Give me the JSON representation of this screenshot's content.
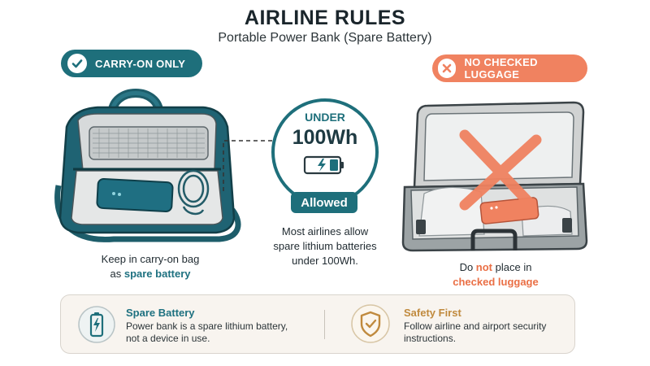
{
  "header": {
    "title": "AIRLINE RULES",
    "subtitle": "Portable Power Bank (Spare Battery)"
  },
  "carry_on": {
    "badge_label": "CARRY-ON ONLY",
    "caption_line1": "Keep in carry-on bag",
    "caption_prefix": "as ",
    "caption_highlight": "spare battery"
  },
  "limit": {
    "under_label": "UNDER",
    "value_label": "100Wh",
    "allowed_label": "Allowed",
    "caption_line1": "Most airlines allow",
    "caption_line2": "spare lithium batteries",
    "caption_line3": "under 100Wh."
  },
  "checked": {
    "badge_label": "NO CHECKED LUGGAGE",
    "caption_do": "Do ",
    "caption_not": "not",
    "caption_rest": " place in",
    "caption_highlight": "checked luggage"
  },
  "info": {
    "spare": {
      "title": "Spare Battery",
      "line1": "Power bank is a spare lithium battery,",
      "line2": "not a device in use."
    },
    "safety": {
      "title": "Safety First",
      "line1": "Follow airline and airport security",
      "line2": "instructions."
    }
  },
  "colors": {
    "teal": "#1e6f7b",
    "orange": "#f08260",
    "gold": "#c08a3e",
    "panel": "#f8f4ef"
  },
  "icons": [
    "check-icon",
    "close-icon",
    "battery-charging-icon",
    "shield-check-icon",
    "power-bank-icon",
    "cable-icon"
  ]
}
